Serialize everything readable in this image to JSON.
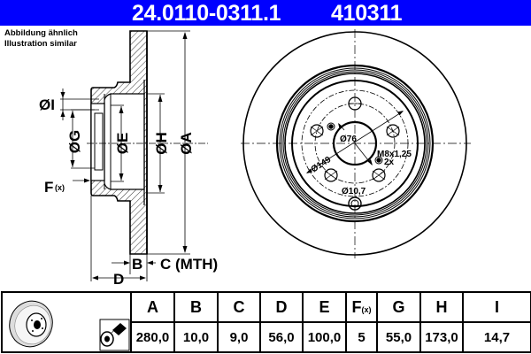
{
  "header": {
    "part_number": "24.0110-0311.1",
    "code": "410311",
    "background_color": "#0000ff"
  },
  "note": {
    "line1": "Abbildung ähnlich",
    "line2": "Illustration similar"
  },
  "side_view": {
    "labels": {
      "I": "ØI",
      "G": "ØG",
      "E": "ØE",
      "H": "ØH",
      "A": "ØA",
      "F": "F",
      "F_sub": "(x)",
      "B": "B",
      "C": "C (MTH)",
      "D": "D"
    }
  },
  "front_view": {
    "labels": {
      "center_bore": "Ø76",
      "bolt_circle": "Ø149",
      "thread": "M8x1,25",
      "thread_count": "2x",
      "hole": "Ø10,7"
    }
  },
  "spec_table": {
    "columns": [
      {
        "key": "A",
        "label": "A",
        "value": "280,0"
      },
      {
        "key": "B",
        "label": "B",
        "value": "10,0"
      },
      {
        "key": "C",
        "label": "C",
        "value": "9,0"
      },
      {
        "key": "D",
        "label": "D",
        "value": "56,0"
      },
      {
        "key": "E",
        "label": "E",
        "value": "100,0"
      },
      {
        "key": "F",
        "label": "F",
        "label_sub": "(x)",
        "value": "5"
      },
      {
        "key": "G",
        "label": "G",
        "value": "55,0"
      },
      {
        "key": "H",
        "label": "H",
        "value": "173,0"
      },
      {
        "key": "I",
        "label": "I",
        "value": "14,7"
      }
    ]
  },
  "icons": {
    "disc_thumbnail": "brake-disc-icon",
    "coating_thumbnail": "spray-coating-icon"
  }
}
